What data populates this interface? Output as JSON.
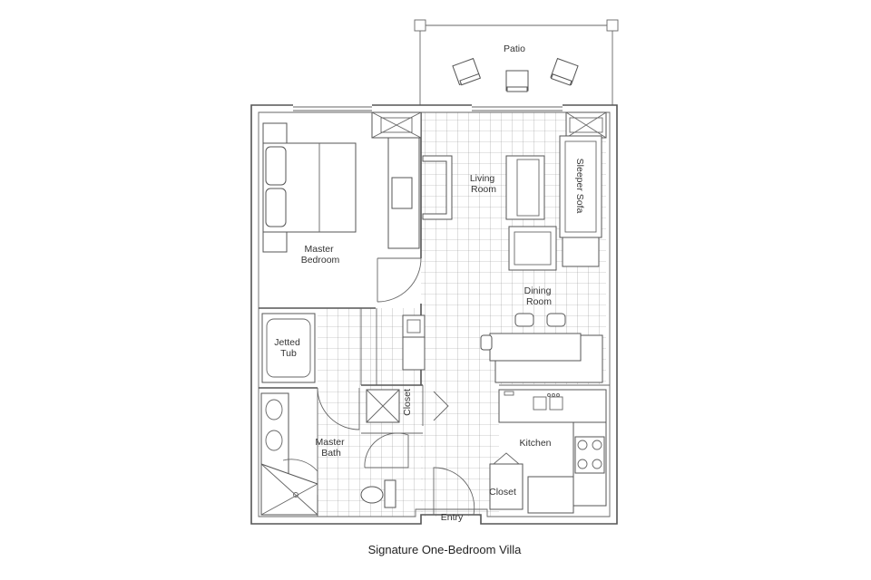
{
  "rooms": {
    "patio": "Patio",
    "living_room": [
      "Living",
      "Room"
    ],
    "sleeper_sofa": "Sleeper Sofa",
    "master_bedroom": [
      "Master",
      "Bedroom"
    ],
    "dining_room": [
      "Dining",
      "Room"
    ],
    "jetted_tub": [
      "Jetted",
      "Tub"
    ],
    "closet_bath": "Closet",
    "master_bath": [
      "Master",
      "Bath"
    ],
    "kitchen": "Kitchen",
    "closet_entry": "Closet",
    "entry": "Entry"
  },
  "caption": "Signature One-Bedroom Villa",
  "colors": {
    "line": "#555555",
    "text": "#333333",
    "background": "#ffffff"
  }
}
